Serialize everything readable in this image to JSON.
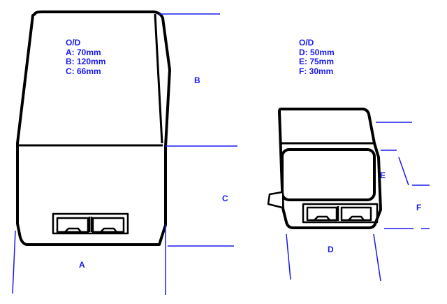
{
  "large_unit": {
    "specs": [
      "O/D",
      "A: 70mm",
      "B: 120mm",
      "C: 66mm"
    ],
    "labels": {
      "a": "A",
      "b": "B",
      "c": "C"
    }
  },
  "small_unit": {
    "specs": [
      "O/D",
      "D: 50mm",
      "E: 75mm",
      "F: 30mm"
    ],
    "labels": {
      "d": "D",
      "e": "E",
      "f": "F"
    }
  },
  "colors": {
    "dimension": "#1a1aee",
    "outline": "#000000"
  }
}
